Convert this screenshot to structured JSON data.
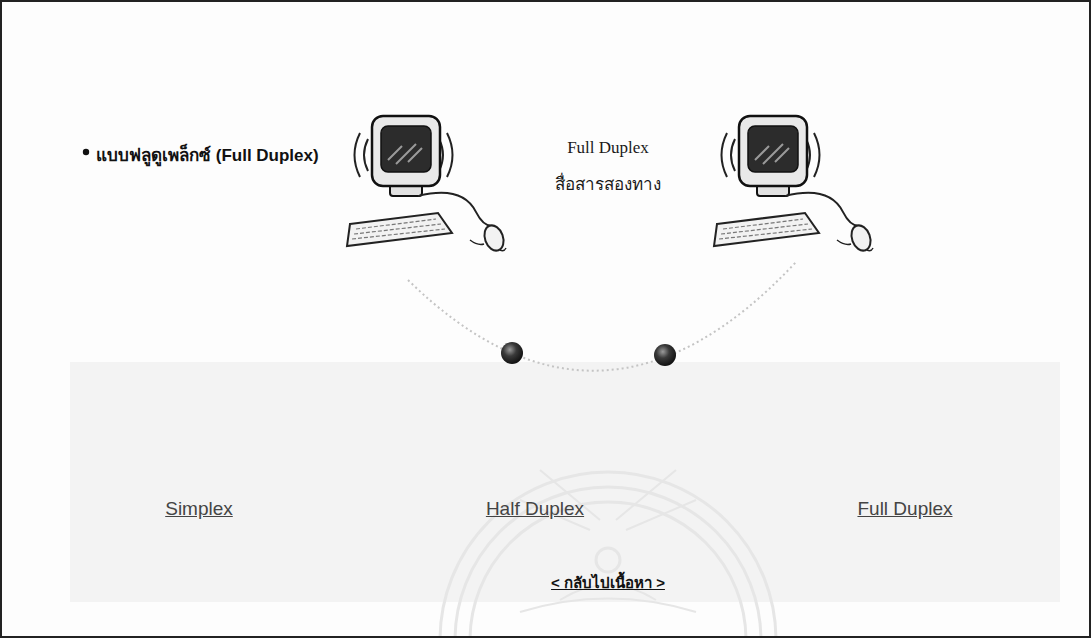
{
  "diagram": {
    "title": "แบบฟลูดูเพล็กซ์ (Full Duplex)",
    "labels": [
      "Full Duplex",
      "สื่อสารสองทาง",
      "Simplex",
      "Half Duplex",
      "Full Duplex",
      "< กลับไปเนื้อหา >"
    ]
  }
}
